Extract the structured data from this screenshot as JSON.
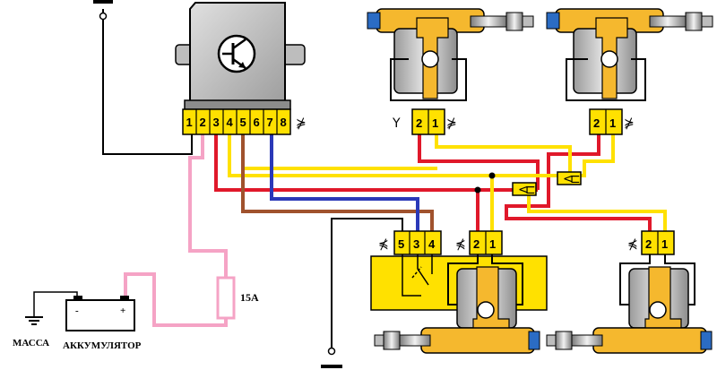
{
  "relay": {
    "pins": [
      "1",
      "2",
      "3",
      "4",
      "5",
      "6",
      "7",
      "8"
    ],
    "connector_symbol": "⋡"
  },
  "actuator_top_left": {
    "pins": [
      "2",
      "1"
    ],
    "left_symbol": "Y",
    "right_symbol": "⋡"
  },
  "actuator_top_right": {
    "pins": [
      "2",
      "1"
    ],
    "right_symbol": "⋡"
  },
  "master_actuator": {
    "switch_pins": [
      "5",
      "3",
      "4"
    ],
    "pins": [
      "2",
      "1"
    ],
    "symbol": "⋠"
  },
  "actuator_bottom_right": {
    "pins": [
      "2",
      "1"
    ],
    "symbol": "⋠"
  },
  "fuse": {
    "label": "15A"
  },
  "battery": {
    "label": "АККУМУЛЯТОР",
    "minus": "-",
    "plus": "+"
  },
  "ground": {
    "label": "МАССА"
  },
  "colors": {
    "red": "#e0182a",
    "yellow": "#ffe100",
    "blue": "#2b39b8",
    "brown": "#a0522d",
    "pink": "#f5a3c5",
    "black": "#000000",
    "body_yellow": "#f5b82e"
  }
}
